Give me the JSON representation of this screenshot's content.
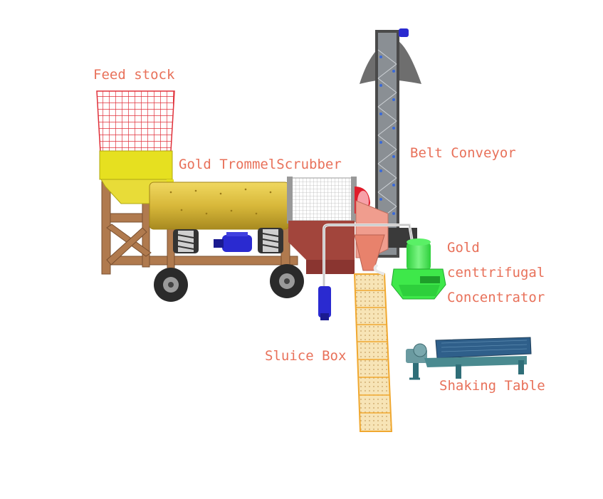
{
  "labels": {
    "feed_stock": "Feed stock",
    "trommel": "Gold TrommelScrubber",
    "belt_conveyor": "Belt Conveyor",
    "centrifugal_line1": "Gold",
    "centrifugal_line2": "centtrifugal",
    "centrifugal_line3": "Concentrator",
    "sluice_box": "Sluice Box",
    "shaking_table": "Shaking Table"
  },
  "colors": {
    "label": "#e8715a",
    "hopper_grid": "#e0303a",
    "hopper_yellow": "#e6e020",
    "trommel_body": "#d8b83a",
    "frame": "#b07a4e",
    "scrubber_red": "#a2453c",
    "motor_blue": "#2a2ad0",
    "centrifuge_green": "#3ee84a",
    "sluice_orange": "#f0a830",
    "conveyor_gray": "#4a4a4a",
    "shaking_table": "#2f6e78"
  }
}
